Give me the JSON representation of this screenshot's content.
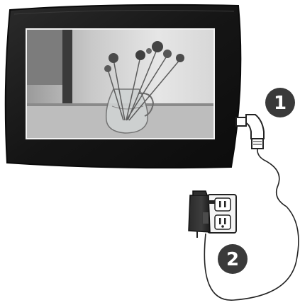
{
  "steps": [
    {
      "number": "1"
    },
    {
      "number": "2"
    }
  ],
  "icons": {
    "frame": "digital-photo-frame-icon",
    "photo": "vase-with-flowers-photo",
    "dc_plug": "dc-power-plug-icon",
    "adapter": "ac-power-adapter-icon",
    "outlet": "wall-outlet-icon"
  },
  "colors": {
    "frame_bezel": "#1a1a1a",
    "badge": "#3a3a3a",
    "cable": "#222222",
    "outlet_plate": "#f4f4f4"
  }
}
